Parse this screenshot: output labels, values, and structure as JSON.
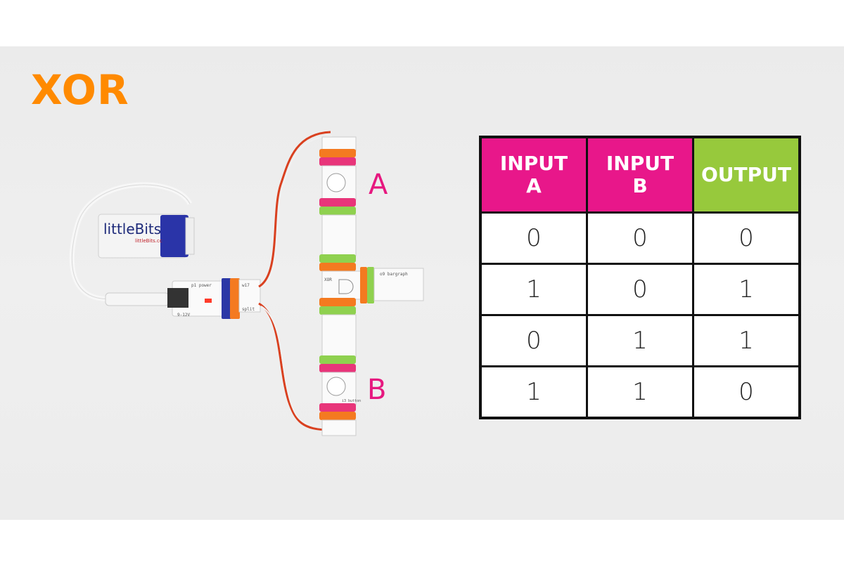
{
  "title": "XOR",
  "labels": {
    "a": "A",
    "b": "B"
  },
  "battery": {
    "brand": "littleBits",
    "url": "littleBits.cc"
  },
  "modules": {
    "power": "p1 power",
    "wire": "w17",
    "xor": "XOR",
    "split": "split",
    "bargraph": "o9 bargraph",
    "button": "i3 button",
    "voltage": "9-12V"
  },
  "colors": {
    "title": "#ff8a00",
    "input_header": "#e8178a",
    "output_header": "#97c93c",
    "handwriting": "#e6187f"
  },
  "truth_table": {
    "headers": [
      {
        "line1": "INPUT",
        "line2": "A"
      },
      {
        "line1": "INPUT",
        "line2": "B"
      },
      {
        "line1": "OUTPUT",
        "line2": ""
      }
    ],
    "rows": [
      [
        "0",
        "0",
        "0"
      ],
      [
        "1",
        "0",
        "1"
      ],
      [
        "0",
        "1",
        "1"
      ],
      [
        "1",
        "1",
        "0"
      ]
    ]
  }
}
